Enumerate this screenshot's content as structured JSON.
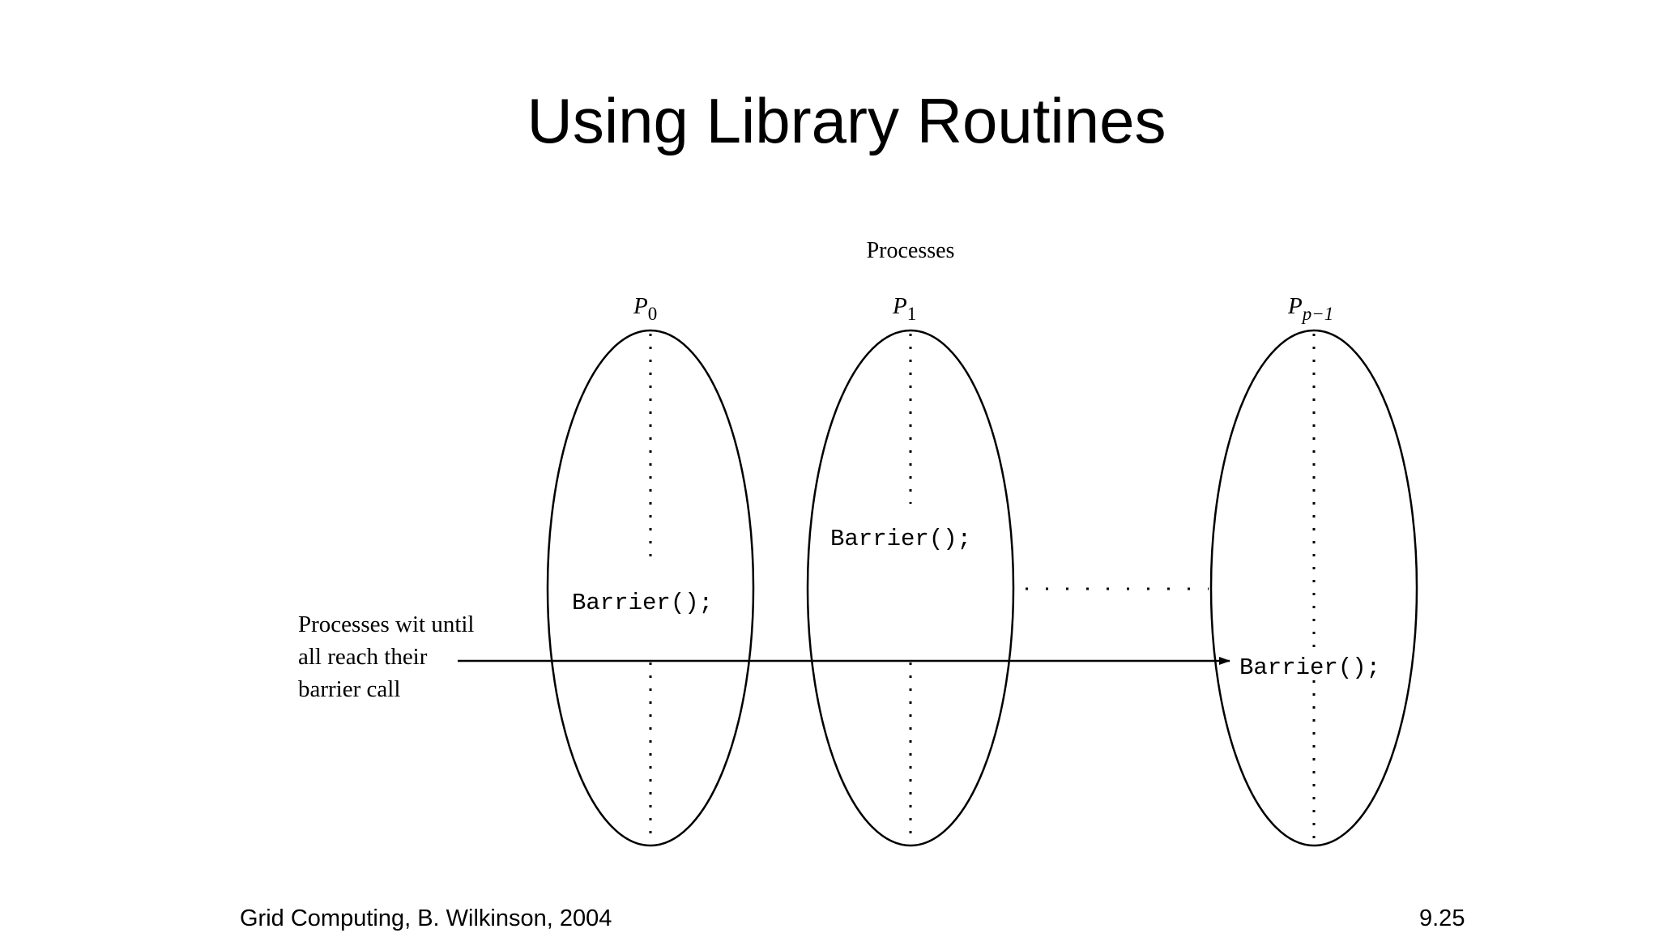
{
  "slide": {
    "title": "Using Library Routines",
    "footer_left": "Grid Computing, B. Wilkinson, 2004",
    "page_number": "9.25"
  },
  "diagram": {
    "processes_label": "Processes",
    "process_labels": [
      {
        "symbol": "P",
        "subscript": "0"
      },
      {
        "symbol": "P",
        "subscript": "1"
      },
      {
        "symbol": "P",
        "subscript": "p−1"
      }
    ],
    "barrier_call": "Barrier();",
    "annotation_lines": [
      "Processes wit until",
      "all reach their",
      "barrier call"
    ]
  }
}
